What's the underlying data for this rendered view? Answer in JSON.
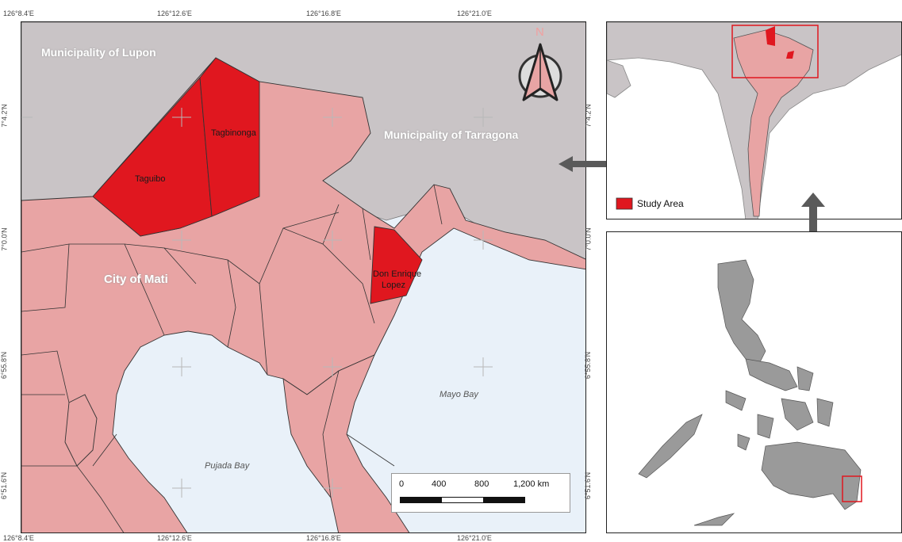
{
  "main_map": {
    "top_coords": [
      "126°8.4'E",
      "126°12.6'E",
      "126°16.8'E",
      "126°21.0'E"
    ],
    "bottom_coords": [
      "126°8.4'E",
      "126°12.6'E",
      "126°16.8'E",
      "126°21.0'E"
    ],
    "left_coords": [
      "7°4.2'N",
      "7°0.0'N",
      "6°55.8'N",
      "6°51.6'N"
    ],
    "right_coords": [
      "7°4.2'N",
      "7°0.0'N",
      "6°55.8'N",
      "6°51.6'N"
    ],
    "labels": {
      "lupon": "Municipality of Lupon",
      "tarragona": "Municipality of Tarragona",
      "mati": "City of Mati",
      "tagbinonga": "Tagbinonga",
      "taguibo": "Taguibo",
      "don_enrique_1": "Don Enrique",
      "don_enrique_2": "Lopez",
      "mayo_bay": "Mayo Bay",
      "pujada_bay": "Pujada Bay"
    },
    "north_arrow_letter": "N",
    "scale_bar": [
      "0",
      "400",
      "800",
      "1,200 km"
    ]
  },
  "inset_regional": {
    "legend_label": "Study Area"
  },
  "colors": {
    "land_gray": "#c9c4c6",
    "study_pink": "#e8a4a4",
    "highlight_red": "#e0171f",
    "water": "#e9f1f9",
    "arrow_gray": "#5a5a5a"
  }
}
